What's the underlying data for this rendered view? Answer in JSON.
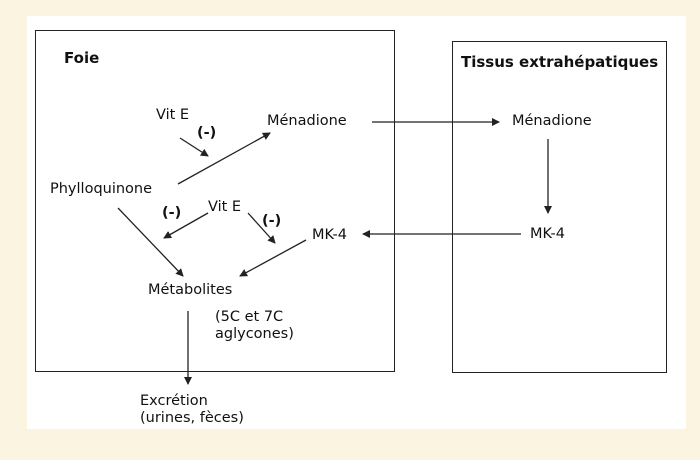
{
  "boxes": {
    "liver_title": "Foie",
    "extra_title": "Tissus extrahépatiques"
  },
  "nodes": {
    "vit_e_top": "Vit E",
    "inhib_top": "(-)",
    "menadione_liver": "Ménadione",
    "phylloquinone": "Phylloquinone",
    "vit_e_mid": "Vit E",
    "inhib_left": "(-)",
    "inhib_right": "(-)",
    "mk4_liver": "MK-4",
    "metabolites": "Métabolites",
    "metabolites_note": "(5C et 7C\naglycones)",
    "excretion": "Excrétion\n(urines, fèces)",
    "menadione_extra": "Ménadione",
    "mk4_extra": "MK-4"
  },
  "colors": {
    "page_bg": "#fbf4e1",
    "panel_bg": "#ffffff",
    "line": "#222222"
  }
}
